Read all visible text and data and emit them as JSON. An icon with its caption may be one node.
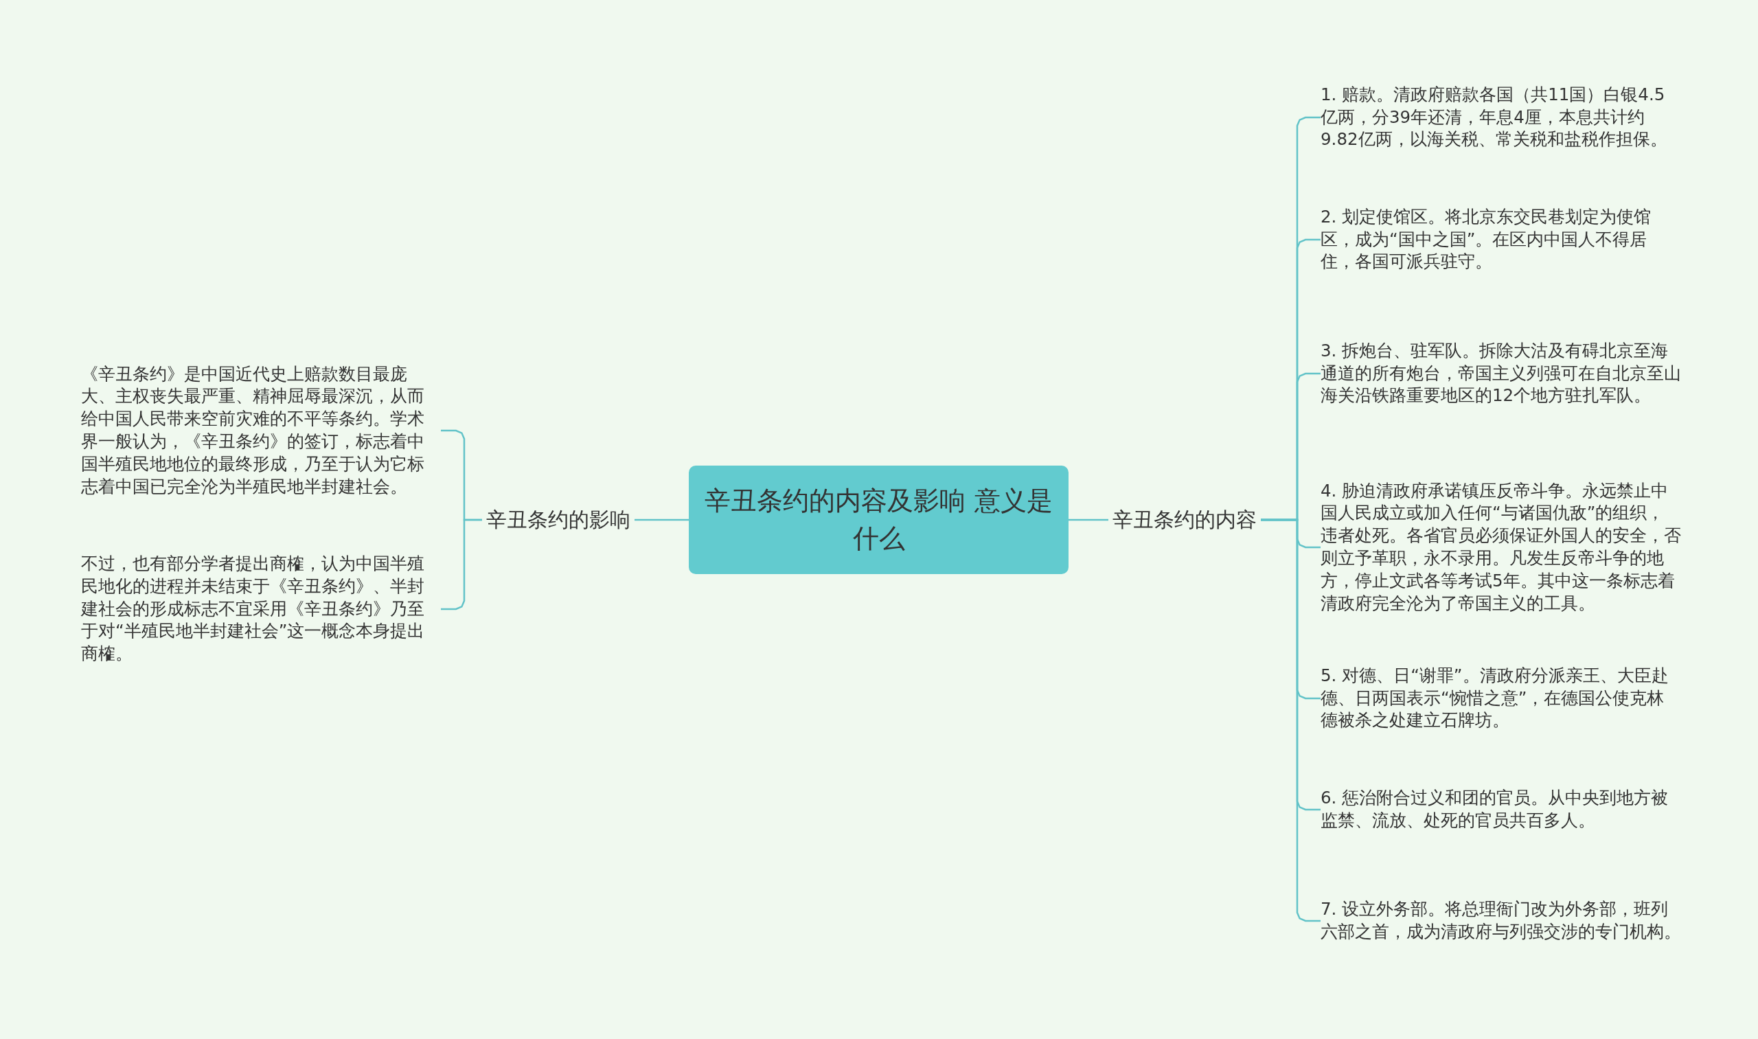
{
  "diagram": {
    "nodes": [
      {
        "text": [
          "辛丑条约的内容及影响 意义是什么"
        ]
      },
      {
        "text": [
          "辛丑条约的影响"
        ]
      },
      {
        "text": [
          "《辛丑条约》是中国近代史上赔款数目最庞大、主权丧失最严重、精神屈辱最深沉，从而给中国人民带来空前灾难的不平等条约。学术界一般认为，《辛丑条约》的签订，标志着中国半殖民地地位的最终形成，乃至于认为它标志着中国已完全沦为半殖民地半封建社会。"
        ]
      },
      {
        "text": [
          "不过，也有部分学者提出商榷，认为中国半殖民地化的进程并未结束于《辛丑条约》、半封建社会的形成标志不宜采用《辛丑条约》乃至于对“半殖民地半封建社会”这一概念本身提出商榷。"
        ]
      },
      {
        "text": [
          "辛丑条约的内容"
        ]
      },
      {
        "text": [
          "1. 赔款。清政府赔款各国（共11国）白银4.5亿两，分39年还清，年息4厘，本息共计约9.82亿两，以海关税、常关税和盐税作担保。"
        ]
      },
      {
        "text": [
          "2. 划定使馆区。将北京东交民巷划定为使馆区，成为“国中之国”。在区内中国人不得居住，各国可派兵驻守。"
        ]
      },
      {
        "text": [
          "3. 拆炮台、驻军队。拆除大沽及有碍北京至海通道的所有炮台，帝国主义列强可在自北京至山海关沿铁路重要地区的12个地方驻扎军队。"
        ]
      },
      {
        "text": [
          "4. 胁迫清政府承诺镇压反帝斗争。永远禁止中国人民成立或加入任何“与诸国仇敌”的组织，违者处死。各省官员必须保证外国人的安全，否则立予革职，永不录用。凡发生反帝斗争的地方，停止文武各等考试5年。其中这一条标志着清政府完全沦为了帝国主义的工具。"
        ]
      },
      {
        "text": [
          "5. 对德、日“谢罪”。清政府分派亲王、大臣赴德、日两国表示“惋惜之意”，在德国公使克林德被杀之处建立石牌坊。"
        ]
      },
      {
        "text": [
          "6. 惩治附合过义和团的官员。从中央到地方被监禁、流放、处死的官员共百多人。"
        ]
      },
      {
        "text": [
          "7. 设立外务部。将总理衙门改为外务部，班列六部之首，成为清政府与列强交涉的专门机构。"
        ]
      }
    ],
    "edges": [
      {
        "from": 0,
        "to": 1,
        "arrow": "none"
      },
      {
        "from": 1,
        "to": 2,
        "arrow": "none"
      },
      {
        "from": 1,
        "to": 3,
        "arrow": "none"
      },
      {
        "from": 0,
        "to": 4,
        "arrow": "none"
      },
      {
        "from": 4,
        "to": 5,
        "arrow": "none"
      },
      {
        "from": 4,
        "to": 6,
        "arrow": "none"
      },
      {
        "from": 4,
        "to": 7,
        "arrow": "none"
      },
      {
        "from": 4,
        "to": 8,
        "arrow": "none"
      },
      {
        "from": 4,
        "to": 9,
        "arrow": "none"
      },
      {
        "from": 4,
        "to": 10,
        "arrow": "none"
      },
      {
        "from": 4,
        "to": 11,
        "arrow": "none"
      }
    ]
  }
}
